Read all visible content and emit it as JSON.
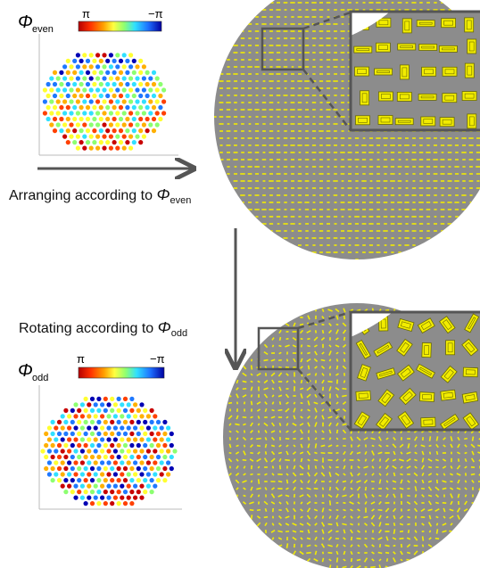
{
  "panels": {
    "even": {
      "phase_symbol": "Φ",
      "phase_subscript": "even",
      "colorbar_min_label": "π",
      "colorbar_max_label": "−π"
    },
    "odd": {
      "phase_symbol": "Φ",
      "phase_subscript": "odd",
      "colorbar_min_label": "π",
      "colorbar_max_label": "−π"
    }
  },
  "captions": {
    "arrange_text": "Arranging according to ",
    "arrange_symbol": "Φ",
    "arrange_subscript": "even",
    "rotate_text": "Rotating according to ",
    "rotate_symbol": "Φ",
    "rotate_subscript": "odd"
  },
  "colors": {
    "disc_fill": "#8c8c8c",
    "element_fill": "#f2ec00",
    "element_stroke": "#6b6b00",
    "inset_frame": "#555555",
    "arrow": "#555555",
    "colormap": [
      "#c80000",
      "#ff4000",
      "#ffb000",
      "#ffff30",
      "#8cff70",
      "#30e0ff",
      "#1e78ff",
      "#0000b4"
    ]
  }
}
